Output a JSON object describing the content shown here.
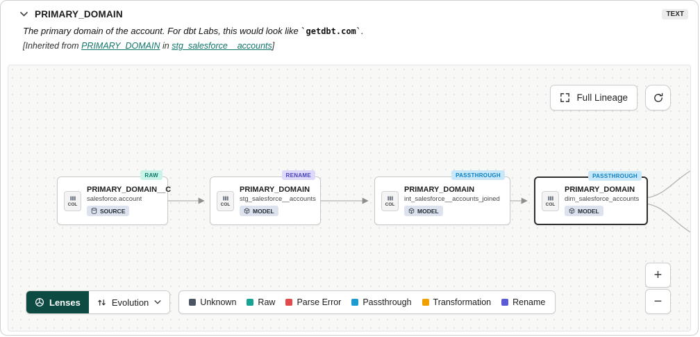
{
  "header": {
    "title": "PRIMARY_DOMAIN",
    "type_badge": "TEXT",
    "description_prefix": "The primary domain of the account. For dbt Labs, this would look like ",
    "description_code": "`getdbt.com`",
    "description_suffix": ".",
    "inherited_prefix": "[Inherited from ",
    "inherited_link1": "PRIMARY_DOMAIN",
    "inherited_mid": " in ",
    "inherited_link2": "stg_salesforce__accounts",
    "inherited_suffix": "]"
  },
  "canvas": {
    "full_lineage_label": "Full Lineage",
    "zoom_in_label": "+",
    "zoom_out_label": "−",
    "nodes": [
      {
        "badge": "RAW",
        "badge_bg": "#c9f2e9",
        "badge_fg": "#0a7a69",
        "col_label": "COL",
        "title": "PRIMARY_DOMAIN__C",
        "subtitle": "salesforce.account",
        "kind": "SOURCE"
      },
      {
        "badge": "RENAME",
        "badge_bg": "#dcd9fa",
        "badge_fg": "#4a42b8",
        "col_label": "COL",
        "title": "PRIMARY_DOMAIN",
        "subtitle": "stg_salesforce__accounts",
        "kind": "MODEL"
      },
      {
        "badge": "PASSTHROUGH",
        "badge_bg": "#c8e8fa",
        "badge_fg": "#0b7fc2",
        "col_label": "COL",
        "title": "PRIMARY_DOMAIN",
        "subtitle": "int_salesforce__accounts_joined",
        "kind": "MODEL"
      },
      {
        "badge": "PASSTHROUGH",
        "badge_bg": "#c8e8fa",
        "badge_fg": "#0b7fc2",
        "col_label": "COL",
        "title": "PRIMARY_DOMAIN",
        "subtitle": "dim_salesforce_accounts",
        "kind": "MODEL"
      }
    ]
  },
  "toolbar": {
    "lenses_label": "Lenses",
    "evolution_label": "Evolution",
    "legend": [
      {
        "label": "Unknown",
        "color": "#4b5563"
      },
      {
        "label": "Raw",
        "color": "#16a394"
      },
      {
        "label": "Parse Error",
        "color": "#e5484d"
      },
      {
        "label": "Passthrough",
        "color": "#1d9bd1"
      },
      {
        "label": "Transformation",
        "color": "#f0a000"
      },
      {
        "label": "Rename",
        "color": "#5b5bd6"
      }
    ]
  }
}
